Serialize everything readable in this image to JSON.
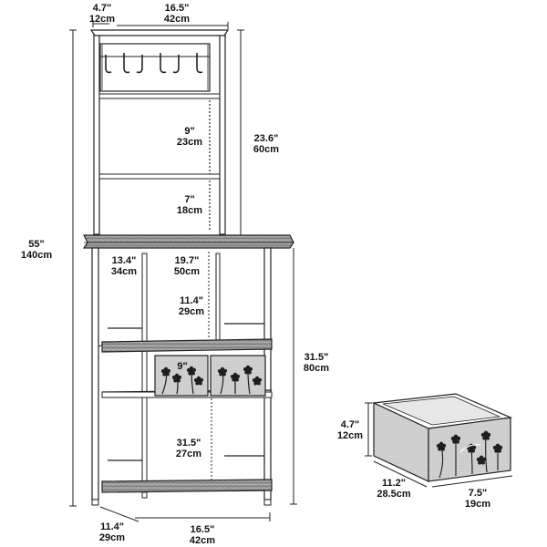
{
  "dimensions": {
    "top_depth": {
      "in": "4.7\"",
      "cm": "12cm"
    },
    "top_width": {
      "in": "16.5\"",
      "cm": "42cm"
    },
    "upper_gap": {
      "in": "9\"",
      "cm": "23cm"
    },
    "upper_height": {
      "in": "23.6\"",
      "cm": "60cm"
    },
    "mid_gap": {
      "in": "7\"",
      "cm": "18cm"
    },
    "total_height": {
      "in": "55\"",
      "cm": "140cm"
    },
    "counter_depth": {
      "in": "13.4\"",
      "cm": "34cm"
    },
    "counter_width": {
      "in": "19.7\"",
      "cm": "50cm"
    },
    "counter_clear": {
      "in": "11.4\"",
      "cm": "29cm"
    },
    "lower_height": {
      "in": "31.5\"",
      "cm": "80cm"
    },
    "drawer_width": {
      "in": "9\"",
      "cm": ""
    },
    "bottom_gap": {
      "in": "31.5\"",
      "cm": "27cm"
    },
    "base_depth": {
      "in": "11.4\"",
      "cm": "29cm"
    },
    "base_width": {
      "in": "16.5\"",
      "cm": "42cm"
    },
    "drawer_height": {
      "in": "4.7\"",
      "cm": "12cm"
    },
    "drawer_depth": {
      "in": "11.2\"",
      "cm": "28.5cm"
    },
    "drawer_front": {
      "in": "7.5\"",
      "cm": "19cm"
    }
  }
}
